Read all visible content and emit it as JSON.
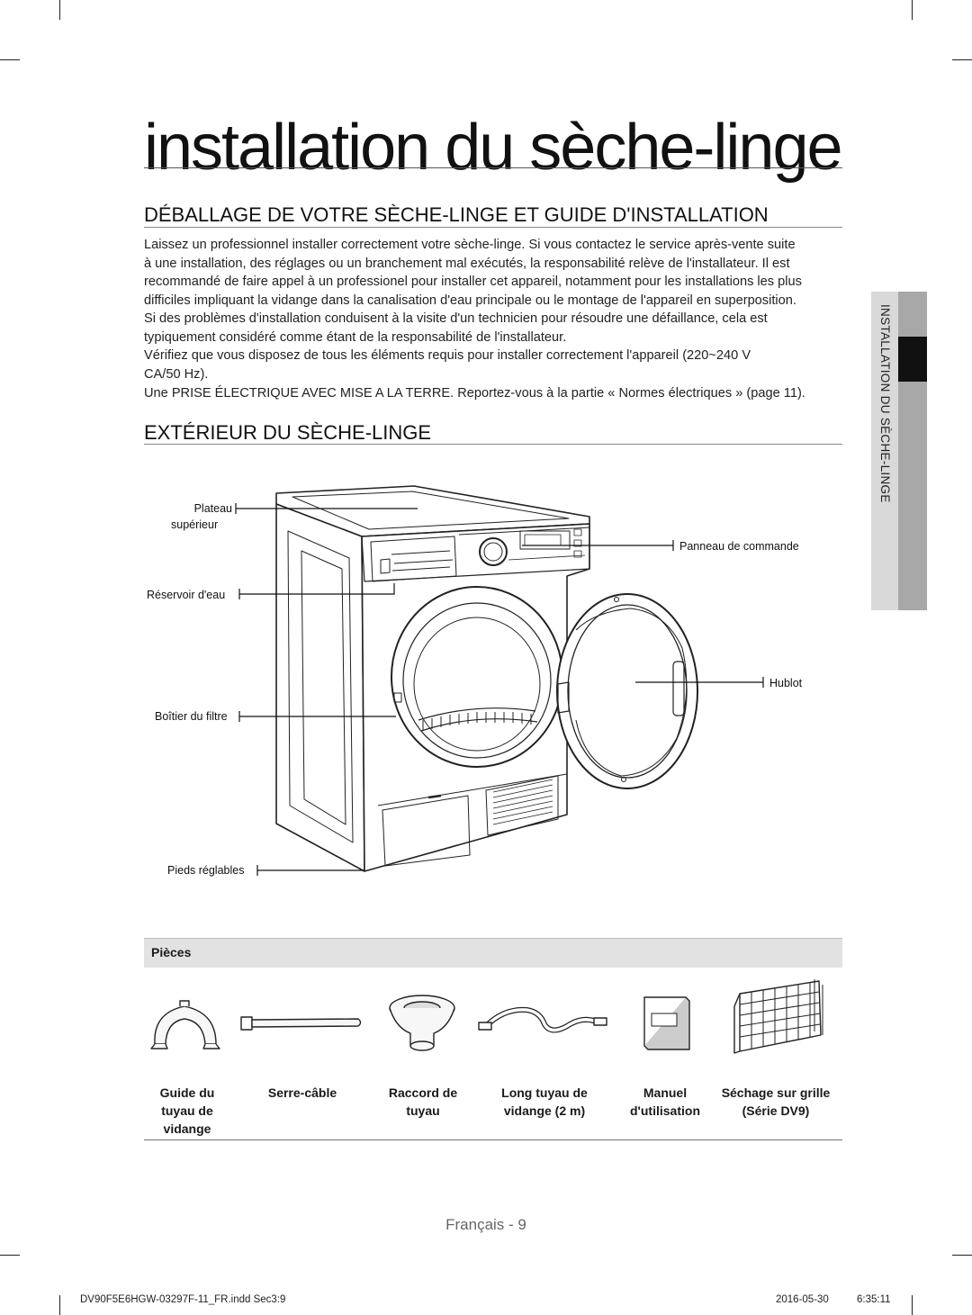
{
  "title": "installation du sèche-linge",
  "section1": {
    "heading": "DÉBALLAGE DE VOTRE SÈCHE-LINGE ET GUIDE D'INSTALLATION",
    "lines": [
      "Laissez un professionnel installer correctement votre sèche-linge. Si vous contactez le service après-vente suite",
      "à une installation, des réglages ou un branchement mal exécutés, la responsabilité relève de l'installateur. Il est",
      "recommandé de faire appel à un professionel pour installer cet appareil, notamment pour les installations les plus",
      "difficiles impliquant la vidange dans la canalisation d'eau principale ou le montage de l'appareil en superposition.",
      "Si des problèmes d'installation conduisent à la visite d'un technicien pour résoudre une défaillance, cela est",
      "typiquement considéré comme étant de la responsabilité de l'installateur."
    ],
    "lines2": [
      "Vérifiez que vous disposez de tous les éléments requis pour installer correctement l'appareil (220~240 V",
      "CA/50 Hz)."
    ],
    "line3": "Une PRISE ÉLECTRIQUE AVEC MISE A LA TERRE. Reportez-vous à la partie « Normes électriques » (page 11)."
  },
  "section2": {
    "heading": "EXTÉRIEUR DU SÈCHE-LINGE"
  },
  "side_tab": "INSTALLATION DU SÈCHE-LINGE",
  "callouts": {
    "plateau1": "Plateau",
    "plateau2": "supérieur",
    "reservoir": "Réservoir d'eau",
    "filtre": "Boîtier du filtre",
    "pieds": "Pieds réglables",
    "panneau": "Panneau de commande",
    "hublot": "Hublot"
  },
  "parts": {
    "heading": "Pièces",
    "items": [
      {
        "l1": "Guide du",
        "l2": "tuyau de",
        "l3": "vidange"
      },
      {
        "l1": "Serre-câble",
        "l2": "",
        "l3": ""
      },
      {
        "l1": "Raccord de",
        "l2": "tuyau",
        "l3": ""
      },
      {
        "l1": "Long tuyau de",
        "l2": "vidange (2 m)",
        "l3": ""
      },
      {
        "l1": "Manuel",
        "l2": "d'utilisation",
        "l3": ""
      },
      {
        "l1": "Séchage sur grille",
        "l2": "(Série DV9)",
        "l3": ""
      }
    ]
  },
  "footer": {
    "lang": "Français - 9",
    "file": "DV90F5E6HGW-03297F-11_FR.indd   Sec3:9",
    "date": "2016-05-30",
    "time": "6:35:11"
  }
}
